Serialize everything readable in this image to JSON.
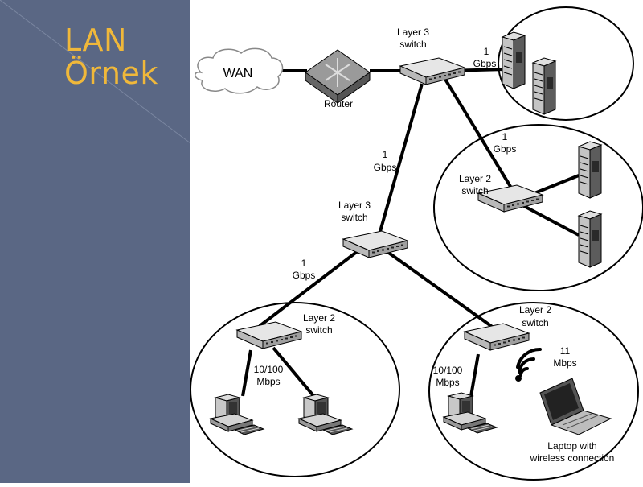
{
  "slide": {
    "title_line1": "LAN",
    "title_line2": "Örnek"
  },
  "diagram": {
    "wan_label": "WAN",
    "router_label": "Router",
    "top_switch": {
      "line1": "Layer 3",
      "line2": "switch"
    },
    "mid_switch": {
      "line1": "Layer 3",
      "line2": "switch"
    },
    "server_group_switch": {
      "line1": "Layer 2",
      "line2": "switch"
    },
    "left_switch": {
      "line1": "Layer 2",
      "line2": "switch"
    },
    "right_switch": {
      "line1": "Layer 2",
      "line2": "switch"
    },
    "link_top_servers": {
      "line1": "1",
      "line2": "Gbps"
    },
    "link_top_l2": {
      "line1": "1",
      "line2": "Gbps"
    },
    "link_top_mid": {
      "line1": "1",
      "line2": "Gbps"
    },
    "link_mid_left": {
      "line1": "1",
      "line2": "Gbps"
    },
    "left_speed": {
      "line1": "10/100",
      "line2": "Mbps"
    },
    "right_speed": {
      "line1": "10/100",
      "line2": "Mbps"
    },
    "wireless_speed": {
      "line1": "11",
      "line2": "Mbps"
    },
    "laptop_label": {
      "line1": "Laptop with",
      "line2": "wireless connection"
    }
  }
}
